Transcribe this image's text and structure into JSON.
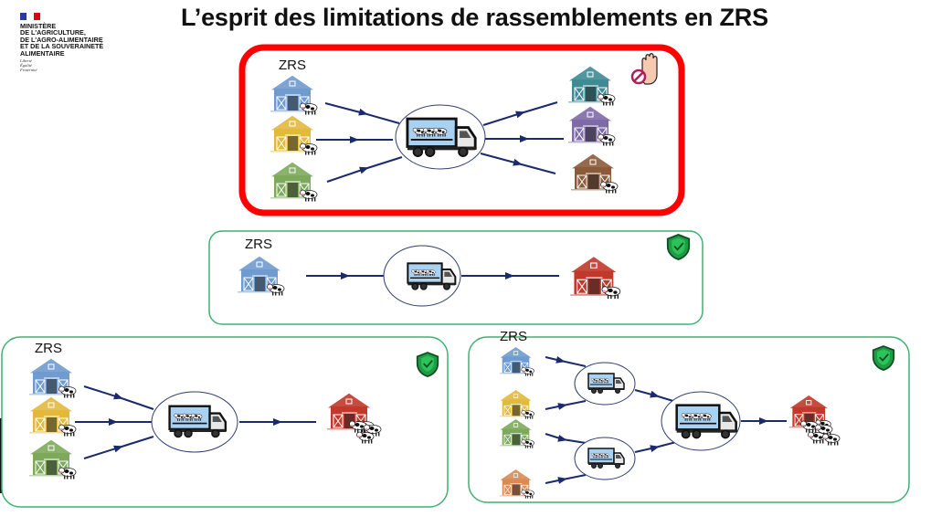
{
  "header": {
    "title": "L’esprit des limitations de rassemblements en ZRS",
    "logo": {
      "ministry_lines": [
        "Ministère",
        "de l'Agriculture,",
        "de l'Agro-alimentaire",
        "et de la Souveraineté",
        "alimentaire"
      ],
      "motto": [
        "Liberté",
        "Égalité",
        "Fraternité"
      ]
    }
  },
  "diagrams": {
    "forbidden": {
      "zone_label": "ZRS",
      "status_icon": "prohibited-hand-icon"
    },
    "allowed_direct": {
      "zone_label": "ZRS",
      "status_icon": "shield-check-icon"
    },
    "allowed_gathering": {
      "zone_label": "ZRS",
      "status_icon": "shield-check-icon"
    },
    "allowed_multi_stage": {
      "zone_label": "ZRS",
      "status_icon": "shield-check-icon"
    }
  },
  "colors": {
    "forbidden_border": "#ff0000",
    "allowed_border": "#3cb371",
    "arrow": "#1a2a6c",
    "barn_blue": "#6f9bcf",
    "barn_yellow": "#e3b93c",
    "barn_green": "#7daa5a",
    "barn_teal": "#3f8a95",
    "barn_purple": "#7f6aa8",
    "barn_brown": "#8a5a3a",
    "barn_red": "#c0392b",
    "barn_orange": "#d98a55"
  }
}
